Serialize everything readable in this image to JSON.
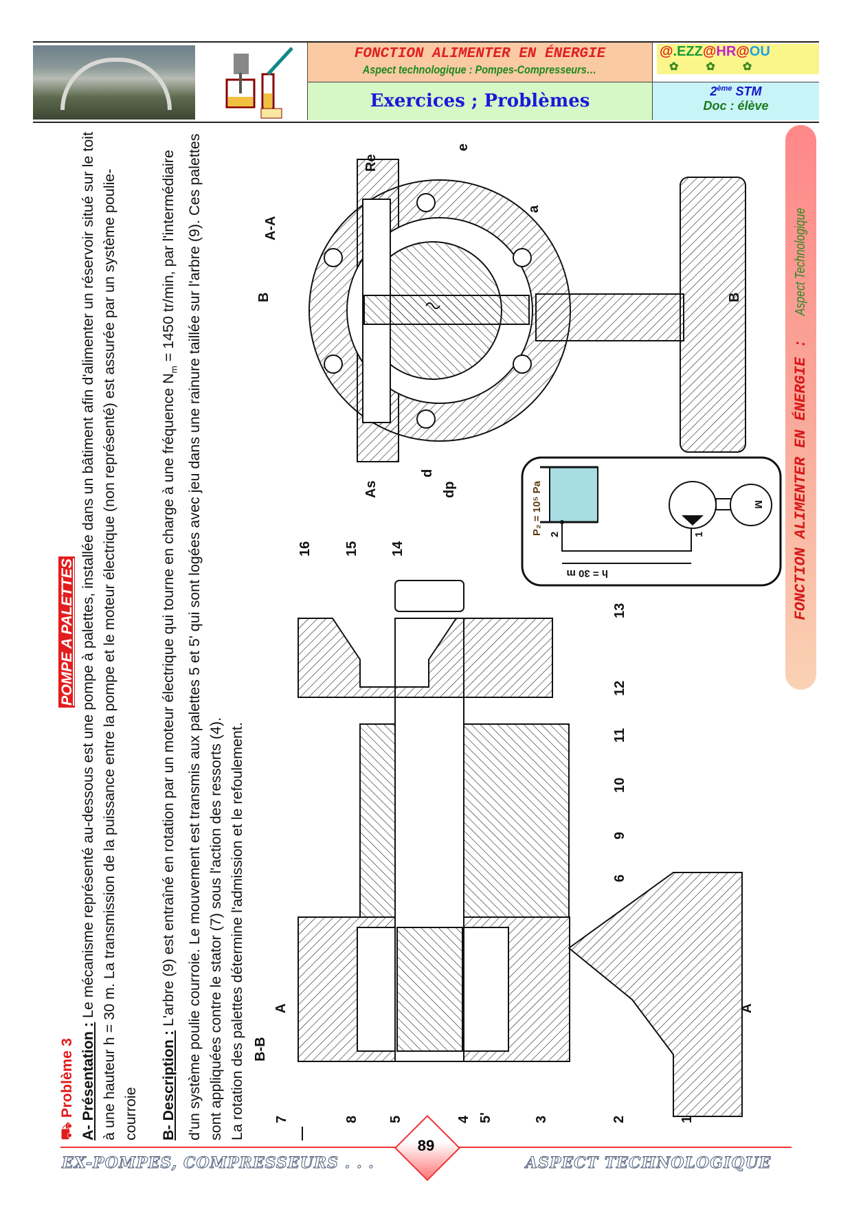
{
  "header": {
    "title_line1": "FONCTION ALIMENTER EN ÉNERGIE",
    "title_line2": "Aspect technologique : Pompes-Compresseurs…",
    "subtitle": "Exercices ; Problèmes",
    "logo": {
      "at1": "@",
      "dot_ezz": ".EZZ",
      "at2": "@",
      "hr": "HR",
      "at3": "@",
      "ou": "OU"
    },
    "level": "2",
    "level_sup": "ème",
    "level_suffix": " STM",
    "doc": "Doc : élève"
  },
  "body": {
    "problem_label": "Problème 3",
    "title": "POMPE A PALETTES",
    "sectionA_label": "A- Présentation :",
    "sectionA_text": " Le mécanisme représenté au-dessous est une pompe à palettes, installée dans un bâtiment afin d'alimenter un réservoir situé sur le toit à une hauteur h = 30 m. La transmission de la puissance entre la pompe et le moteur électrique (non représenté) est assurée par un système poulie-courroie",
    "sectionB_label": "B- Description :",
    "sectionB_text1": " L'arbre (9) est entraîné en rotation par un moteur électrique qui tourne en charge à une fréquence ",
    "sectionB_N": "N",
    "sectionB_N_sub": "m",
    "sectionB_text2": " = 1450 tr/min, par l'intermédiaire d'un système poulie courroie. Le mouvement est transmis aux palettes 5 et 5' qui sont logées avec jeu dans une rainure taillée sur l'arbre (9). Ces palettes sont appliquées contre le stator (7) sous l'action des ressorts (4).",
    "sectionB_text3": "La rotation des palettes détermine l'admission et le refoulement."
  },
  "drawing": {
    "section_aa": "A-A",
    "section_bb": "B-B",
    "cut_b": "B",
    "cut_a": "A",
    "outlet": "Re",
    "inlet": "As",
    "dim_a": "a",
    "dim_e": "e",
    "dim_d": "d",
    "dim_dp": "dp",
    "parts_top": [
      "16",
      "15",
      "14",
      "13",
      "12",
      "11",
      "10",
      "9",
      "6"
    ],
    "parts_bottom": [
      "7",
      "8",
      "5",
      "4",
      "5'",
      "3",
      "2",
      "1"
    ]
  },
  "schema": {
    "pressure": "P₂ = 10⁵ Pa",
    "point2": "2",
    "point1": "1",
    "height": "h = 30 m",
    "motor": "M"
  },
  "banner": {
    "main": "FONCTION ALIMENTER EN ÉNERGIE :",
    "sub": "Aspect Technologique"
  },
  "footer": {
    "left": "EX-POMPES, COMPRESSEURS . . .",
    "page": "89",
    "right": "ASPECT TECHNOLOGIQUE"
  },
  "colors": {
    "red": "#e31d1d",
    "green": "#1c8a1c",
    "blue": "#1a1ad8"
  }
}
